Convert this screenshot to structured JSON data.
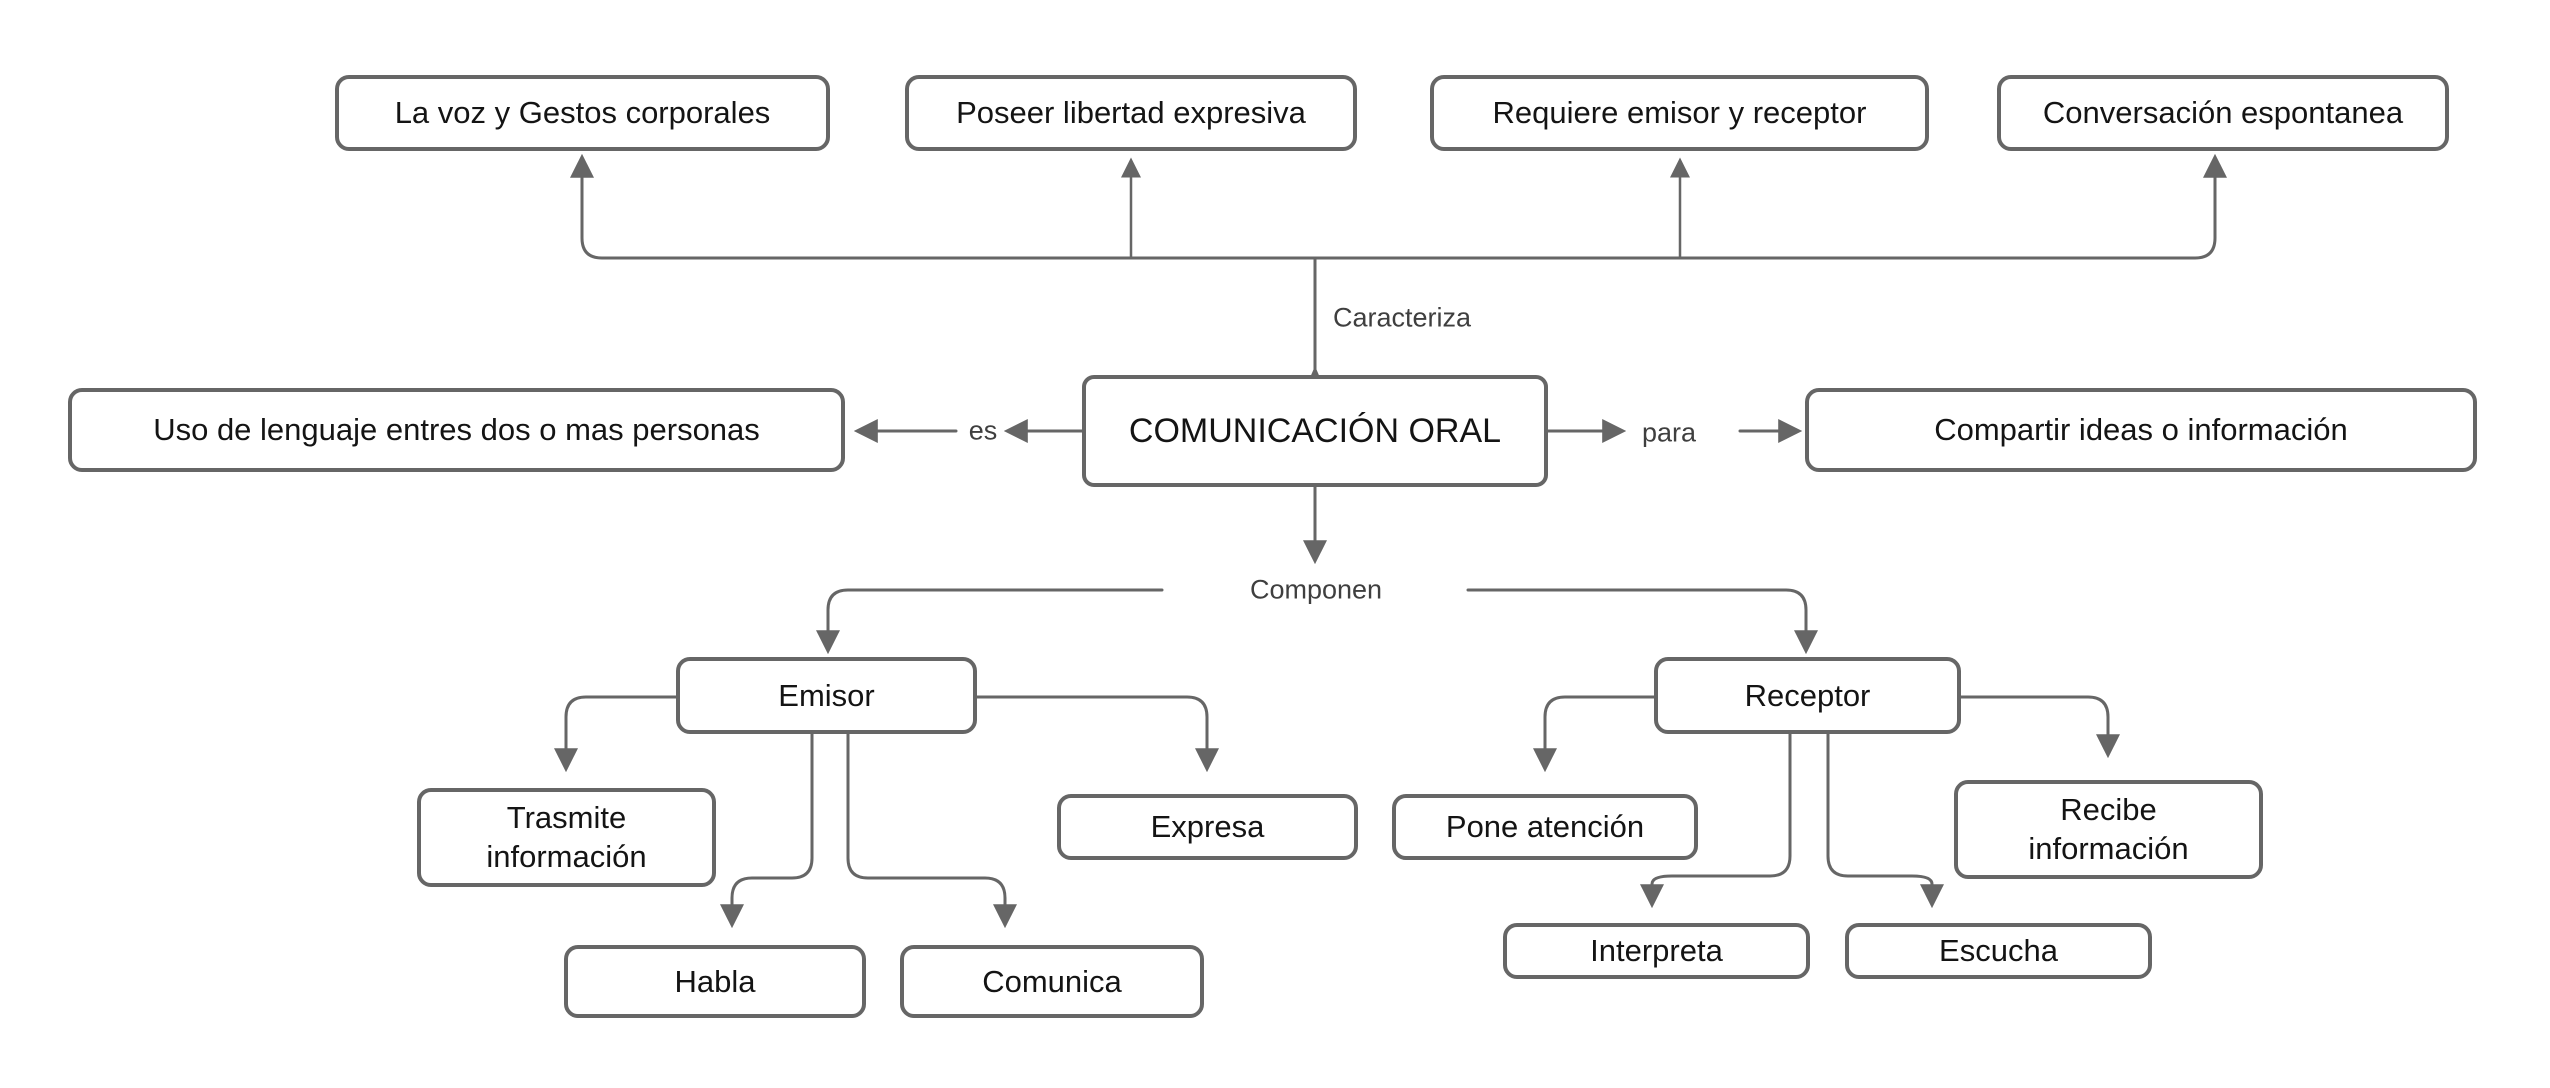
{
  "colors": {
    "line": "#666666",
    "node-border": "#666666",
    "node-fill": "#ffffff",
    "node-text": "#141414",
    "edge-label": "#3f3f3f",
    "background": "#ffffff"
  },
  "map": {
    "central": "COMUNICACIÓN ORAL",
    "characteristics": [
      "La voz y Gestos corporales",
      "Poseer libertad expresiva",
      "Requiere emisor y receptor",
      "Conversación espontanea"
    ],
    "definition": "Uso de lenguaje entres dos o mas personas",
    "purpose": "Compartir ideas o información",
    "emisor": {
      "label": "Emisor",
      "actions": [
        "Trasmite\ninformación",
        "Expresa",
        "Habla",
        "Comunica"
      ]
    },
    "receptor": {
      "label": "Receptor",
      "actions": [
        "Pone atención",
        "Recibe\ninformación",
        "Interpreta",
        "Escucha"
      ]
    },
    "edge_labels": {
      "top": "Caracteriza",
      "left": "es",
      "right": "para",
      "bottom": "Componen"
    }
  }
}
